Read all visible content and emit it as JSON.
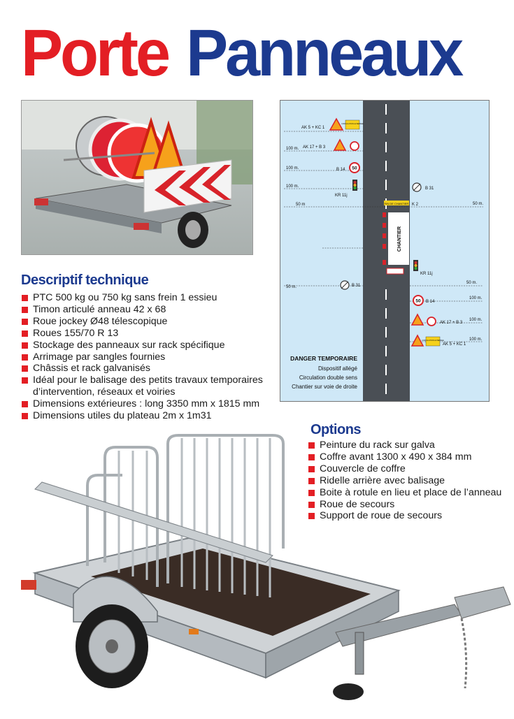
{
  "title": {
    "word1": "Porte",
    "word2": "Panneaux"
  },
  "descriptif": {
    "heading": "Descriptif technique",
    "items": [
      "PTC 500 kg ou 750 kg sans frein 1 essieu",
      "Timon articulé anneau 42 x 68",
      "Roue jockey Ø48 télescopique",
      "Roues 155/70 R 13",
      "Stockage des panneaux sur rack spécifique",
      "Arrimage par sangles fournies",
      "Châssis et rack galvanisés",
      "Idéal pour le balisage des petits travaux temporaires",
      "d’intervention, réseaux et voiries",
      "Dimensions extérieures : long 3350 mm x 1815 mm",
      "Dimensions utiles du plateau 2m x 1m31"
    ]
  },
  "options": {
    "heading": "Options",
    "items": [
      "Peinture du rack sur galva",
      "Coffre avant 1300 x 490 x 384 mm",
      "Couvercle de coffre",
      "Ridelle arrière avec balisage",
      "Boite à rotule en lieu et place de l’anneau",
      "Roue de secours",
      "Support de roue de secours"
    ]
  },
  "diagram": {
    "labels": {
      "ak5kc1_top": "AK 5 + KC 1",
      "ak17b3_top": "AK 17 + B 3",
      "b14_top": "B 14",
      "kr11j_top": "KR 11j",
      "b31_top": "B 31",
      "k2": "K 2",
      "fin_chantier": "FIN DE CHANTIER",
      "chantier": "CHANTIER",
      "kr11j_bot": "KR 11j",
      "b31_bot": "B 31",
      "b14_bot": "B 14",
      "ak17b3_bot": "AK 17 + B 3",
      "ak5kc1_bot": "AK 5 + KC 1",
      "circ_alt": "CIRCULATION ALTERNEE",
      "speed": "50"
    },
    "distances": {
      "d100": "100 m.",
      "d50": "50 m.",
      "d50b": "50 m"
    },
    "caption": {
      "line1": "DANGER TEMPORAIRE",
      "line2": "Dispositif allégé",
      "line3": "Circulation double sens",
      "line4": "Chantier sur voie de droite"
    }
  },
  "colors": {
    "red": "#e31e24",
    "blue": "#1c3a8f",
    "sky": "#cfe8f7",
    "road": "#4a4f55"
  }
}
